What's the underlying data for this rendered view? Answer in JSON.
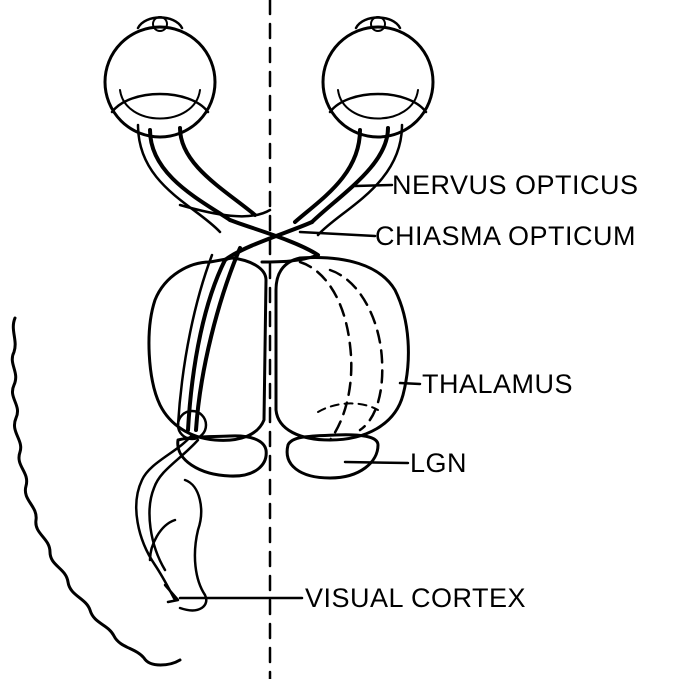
{
  "labels": {
    "nervus_opticus": "NERVUS OPTICUS",
    "chiasma_opticum": "CHIASMA OPTICUM",
    "thalamus": "THALAMUS",
    "lgn": "LGN",
    "visual_cortex": "VISUAL CORTEX"
  },
  "colors": {
    "ink": "#000000",
    "background": "#ffffff"
  }
}
